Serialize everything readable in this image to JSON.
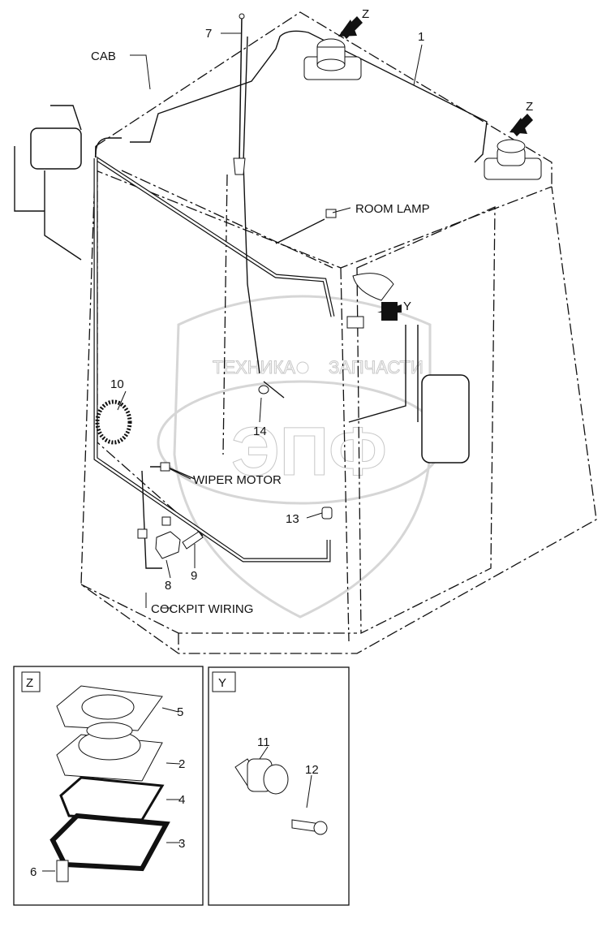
{
  "watermark": {
    "left_text": "ТЕХНИКА",
    "right_text": "ЗАПЧАСТИ",
    "logo_text": "ЭПФ"
  },
  "main_view": {
    "labels": {
      "cab": "CAB",
      "room_lamp": "ROOM LAMP",
      "wiper_motor": "WIPER MOTOR",
      "cockpit_wiring": "COCKPIT WIRING",
      "view_z_1": "Z",
      "view_z_2": "Z",
      "view_y": "Y"
    },
    "callouts": [
      "7",
      "1",
      "10",
      "14",
      "13",
      "8",
      "9"
    ]
  },
  "detail_z": {
    "title": "Z",
    "callouts": [
      "5",
      "2",
      "4",
      "3",
      "6"
    ]
  },
  "detail_y": {
    "title": "Y",
    "callouts": [
      "11",
      "12"
    ]
  }
}
